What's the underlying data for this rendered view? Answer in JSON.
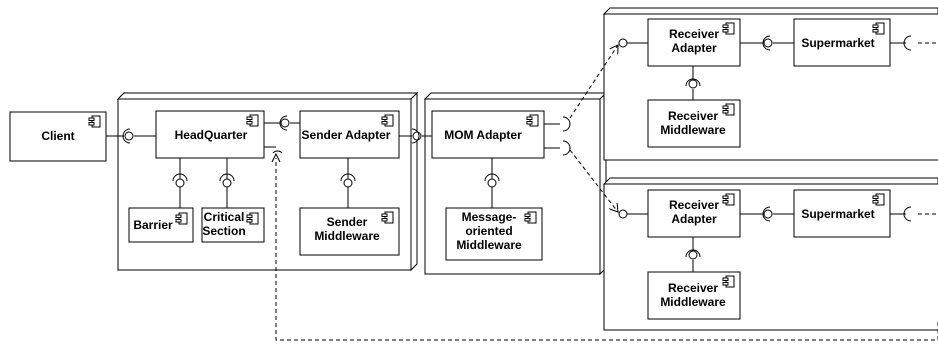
{
  "components": {
    "client": {
      "label": [
        "Client"
      ]
    },
    "headquarter": {
      "label": [
        "HeadQuarter"
      ]
    },
    "sender_adapter": {
      "label": [
        "Sender Adapter"
      ]
    },
    "barrier": {
      "label": [
        "Barrier"
      ]
    },
    "critical_section": {
      "label": [
        "Critical",
        "Section"
      ]
    },
    "sender_middleware": {
      "label": [
        "Sender",
        "Middleware"
      ]
    },
    "mom_adapter": {
      "label": [
        "MOM Adapter"
      ]
    },
    "message_oriented_middleware": {
      "label": [
        "Message-",
        "oriented",
        "Middleware"
      ]
    },
    "receiver_adapter_top": {
      "label": [
        "Receiver",
        "Adapter"
      ]
    },
    "supermarket_top": {
      "label": [
        "Supermarket"
      ]
    },
    "receiver_middleware_top": {
      "label": [
        "Receiver",
        "Middleware"
      ]
    },
    "receiver_adapter_bottom": {
      "label": [
        "Receiver",
        "Adapter"
      ]
    },
    "supermarket_bottom": {
      "label": [
        "Supermarket"
      ]
    },
    "receiver_middleware_bottom": {
      "label": [
        "Receiver",
        "Middleware"
      ]
    }
  },
  "colors": {
    "stroke": "#000000",
    "node_fill": "#ffffff",
    "dashed": "#000000"
  }
}
